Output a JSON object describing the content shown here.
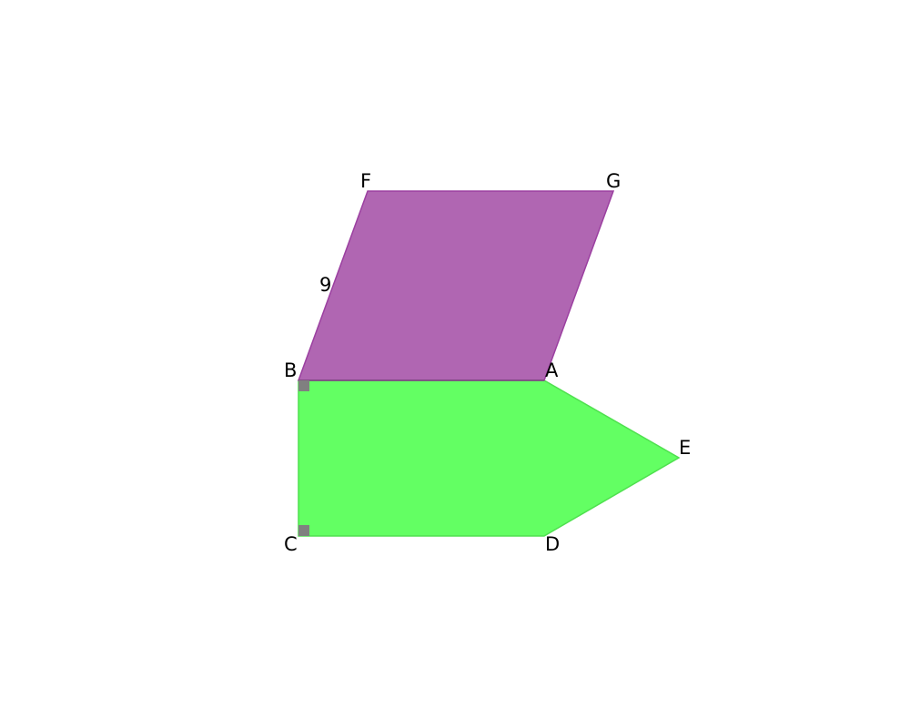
{
  "figure": {
    "vertex_labels": {
      "A": "A",
      "B": "B",
      "C": "C",
      "D": "D",
      "E": "E",
      "F": "F",
      "G": "G"
    },
    "side_label_bf": "9",
    "colors": {
      "parallelogram_fill": "#b066b2",
      "parallelogram_stroke": "#9b3fa0",
      "pentagon_fill": "#63ff63",
      "pentagon_stroke": "#4fe04f",
      "right_angle_marker": "#808080"
    }
  }
}
